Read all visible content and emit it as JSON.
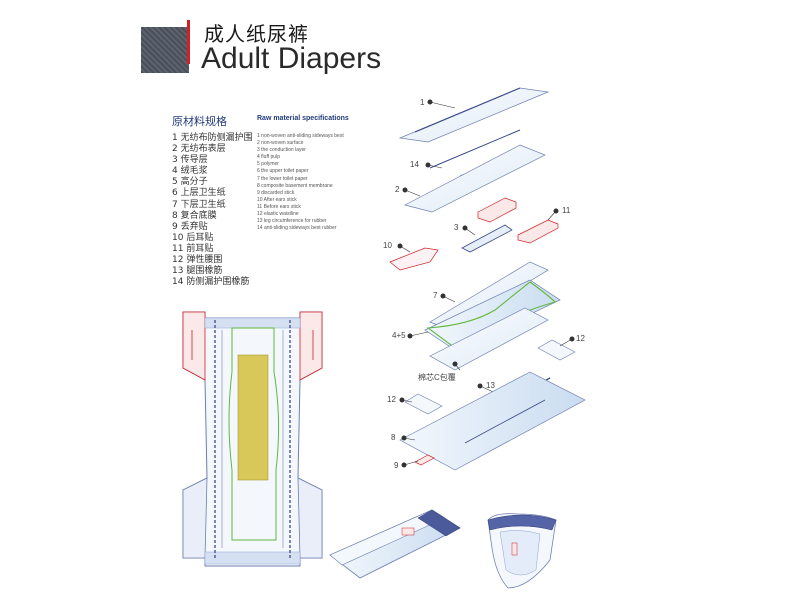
{
  "header": {
    "title_cn": "成人纸尿裤",
    "title_en": "Adult Diapers"
  },
  "specs": {
    "heading_cn": "原材料规格",
    "heading_en": "Raw material specifications",
    "items_cn": [
      "1 无纺布防侧漏护围",
      "2 无纺布表层",
      "3 传导层",
      "4 绒毛浆",
      "5 高分子",
      "6 上层卫生纸",
      "7 下层卫生纸",
      "8 复合底膜",
      "9 丢弃贴",
      "10 后耳贴",
      "11 前耳贴",
      "12 弹性腰围",
      "13 腿围橡筋",
      "14 防侧漏护围橡筋"
    ],
    "items_en": [
      "1 non-woven anti-sliding sideways best",
      "2 non-woven surface",
      "3 the conduction layer",
      "4 fluff pulp",
      "5 polymer",
      "6 the upper toilet paper",
      "7 the lower toilet paper",
      "8 composite basement membrane",
      "9 discarded stick",
      "10 After ears stick",
      "11 Before ears stick",
      "12 elastic waistline",
      "13 leg circumference for rubber",
      "14 anti-sliding sideways best rubber"
    ]
  },
  "exploded_labels": {
    "l1": "1",
    "l14": "14",
    "l2": "2",
    "l3": "3",
    "l11": "11",
    "l10": "10",
    "l7": "7",
    "l45": "4+5",
    "l12a": "12",
    "core_note": "棉芯C包覆",
    "l13": "13",
    "l12b": "12",
    "l8": "8",
    "l9": "9"
  },
  "colors": {
    "accent_red": "#d31f26",
    "outline_blue": "#3a4a8a",
    "sheet_fill": "#eef4fb",
    "core_yellow": "#d8c85a",
    "green_line": "#5fb83a"
  }
}
